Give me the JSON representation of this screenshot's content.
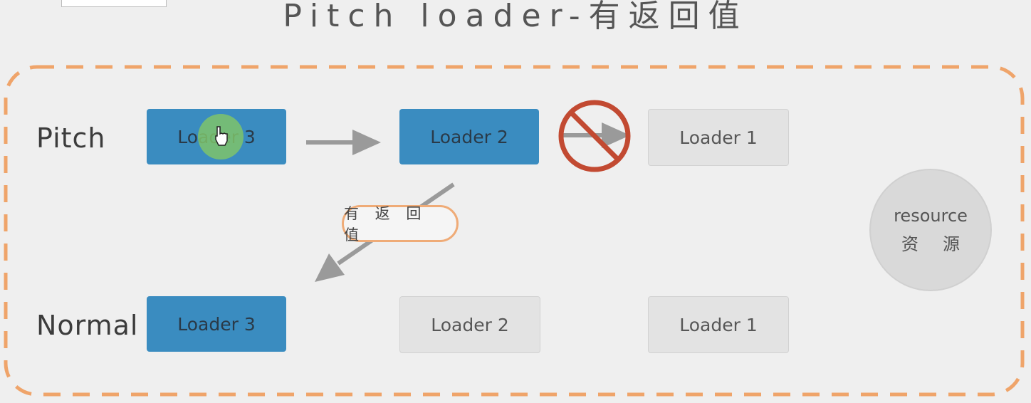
{
  "title": "Pitch loader-有返回值",
  "rows": {
    "pitch_label": "Pitch",
    "normal_label": "Normal"
  },
  "pitch_loaders": [
    {
      "label": "Loader 3",
      "state": "active"
    },
    {
      "label": "Loader 2",
      "state": "active"
    },
    {
      "label": "Loader 1",
      "state": "inactive"
    }
  ],
  "normal_loaders": [
    {
      "label": "Loader 3",
      "state": "active"
    },
    {
      "label": "Loader 2",
      "state": "inactive"
    },
    {
      "label": "Loader 1",
      "state": "inactive"
    }
  ],
  "return_value_label": "有 返 回 值",
  "resource": {
    "line1": "resource",
    "line2": "资源"
  },
  "colors": {
    "active_loader": "#3a8cc0",
    "inactive_loader": "#e3e3e3",
    "dashed_border": "#efa46a",
    "arrow": "#9a9a9a",
    "prohibit": "#c24a32",
    "cursor_highlight": "#7fc36a"
  },
  "icons": {
    "blocked": "prohibit-icon",
    "pointer": "hand-cursor-icon"
  }
}
